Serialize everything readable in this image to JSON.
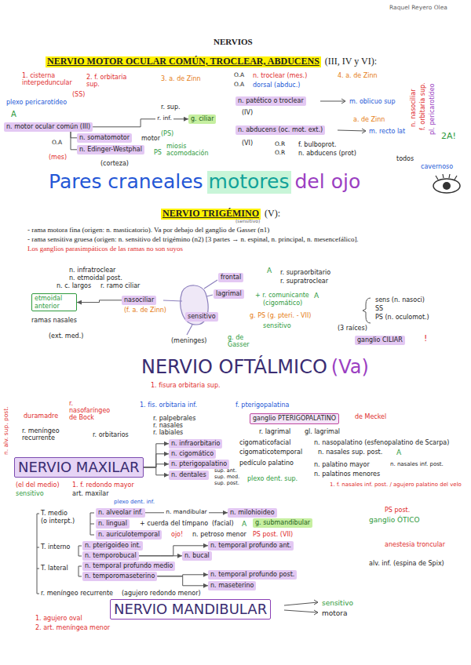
{
  "diagram": {
    "title": "NERVIOS",
    "nodes": [
      {
        "text": [
          "n. motor ocular común (III)"
        ]
      },
      {
        "text": [
          "g. ciliar"
        ]
      },
      {
        "text": [
          "n. somatomotor"
        ]
      },
      {
        "text": [
          "n. Edinger-Westphal"
        ]
      },
      {
        "text": [
          "n. patético o troclear"
        ]
      },
      {
        "text": [
          "n. abducens (oc. mot. ext.)"
        ]
      },
      {
        "text": [
          "nasociliar"
        ]
      },
      {
        "text": [
          "etmoidal anterior"
        ]
      },
      {
        "text": [
          "frontal"
        ]
      },
      {
        "text": [
          "lagrimal"
        ]
      },
      {
        "text": [
          "sensitivo"
        ]
      },
      {
        "text": [
          "ganglio CILIAR"
        ]
      },
      {
        "text": [
          "NERVIO MAXILAR"
        ]
      },
      {
        "text": [
          "ganglio PTERIGOPALATINO"
        ]
      },
      {
        "text": [
          "n. infraorbitario"
        ]
      },
      {
        "text": [
          "n. cigomático"
        ]
      },
      {
        "text": [
          "n. pterigopalatino"
        ]
      },
      {
        "text": [
          "n. dentales"
        ]
      },
      {
        "text": [
          "n. alveolar inf."
        ]
      },
      {
        "text": [
          "n. milohioideo"
        ]
      },
      {
        "text": [
          "n. lingual"
        ]
      },
      {
        "text": [
          "g. submandibular"
        ]
      },
      {
        "text": [
          "n. auriculotemporal"
        ]
      },
      {
        "text": [
          "n. pterigoideo int."
        ]
      },
      {
        "text": [
          "n. temporobucal"
        ]
      },
      {
        "text": [
          "n. temporal profundo ant."
        ]
      },
      {
        "text": [
          "n. bucal"
        ]
      },
      {
        "text": [
          "n. temporal profundo medio"
        ]
      },
      {
        "text": [
          "n. temporomaseterino"
        ]
      },
      {
        "text": [
          "n. temporal profundo post."
        ]
      },
      {
        "text": [
          "n. maseterino"
        ]
      },
      {
        "text": [
          "NERVIO MANDIBULAR"
        ]
      }
    ],
    "edges": [
      {
        "from": 0,
        "to": 1,
        "arrow": "to",
        "label": "r. inf."
      },
      {
        "from": 0,
        "to": 2,
        "arrow": "none"
      },
      {
        "from": 0,
        "to": 3,
        "arrow": "none"
      },
      {
        "from": 6,
        "to": 7,
        "arrow": "to"
      },
      {
        "from": 12,
        "to": 14,
        "arrow": "to"
      },
      {
        "from": 12,
        "to": 15,
        "arrow": "to"
      },
      {
        "from": 12,
        "to": 16,
        "arrow": "to"
      },
      {
        "from": 12,
        "to": 17,
        "arrow": "to"
      },
      {
        "from": 18,
        "to": 19,
        "arrow": "to",
        "label": "n. mandibular"
      },
      {
        "from": 24,
        "to": 25,
        "arrow": "to"
      },
      {
        "from": 24,
        "to": 26,
        "arrow": "to"
      },
      {
        "from": 28,
        "to": 29,
        "arrow": "to"
      },
      {
        "from": 28,
        "to": 30,
        "arrow": "to"
      }
    ],
    "labels": [
      "Raquel Reyero Olea",
      "NERVIO MOTOR OCULAR COMÚN, TROCLEAR, ABDUCENS",
      "(III, IV y VI):",
      "1. cisterna interpeduncular",
      "2. f. orbitaria sup.",
      "3. a. de Zinn",
      "plexo pericarotídeo",
      "(SS)",
      "A",
      "r. sup.",
      "(PS)",
      "O.A",
      "motor",
      "(mes)",
      "PS",
      "miosis acomodación",
      "(corteza)",
      "O.A",
      "n. troclear (mes.)",
      "O.A",
      "dorsal (abduc.)",
      "4. a. de Zinn",
      "(IV)",
      "m. oblicuo sup",
      "a. de Zinn",
      "m. recto lat",
      "(VI)",
      "O.R",
      "f. bulboprot.",
      "O.R",
      "n. abducens (prot)",
      "n. nasociliar",
      "f. orbitaria sup.",
      "pl. pericarotídeo",
      "2A!",
      "todos",
      "cavernoso",
      "Pares craneales",
      "motores",
      "del ojo",
      "NERVIO TRIGÉMINO",
      "(V):",
      "(sensitivo)",
      "- rama motora fina (origen: n. masticatorio). Va por debajo del ganglio de Gasser (n1)",
      "- rama sensitiva gruesa (origen: n. sensitivo del trigémino (n2) [3 partes → n. espinal, n. principal, n. mesencefálico].",
      "Los ganglios parasimpáticos de las ramas no son suyos",
      "n. infratroclear",
      "n. etmoidal post.",
      "n. c. largos",
      "r. ramo ciliar",
      "(f. a. de Zinn)",
      "ramas nasales",
      "(ext. med.)",
      "(meninges)",
      "g. de Gasser",
      "A",
      "r. supraorbitario",
      "r. supratroclear",
      "+ r. comunicante",
      "A",
      "(cigomático)",
      "g. PS (g. pteri. - VII)",
      "sensitivo",
      "sens (n. nasoci)",
      "SS",
      "PS (n. oculomot.)",
      "(3 raíces)",
      "!",
      "NERVIO OFTÁLMICO",
      "(Va)",
      "1. fisura orbitaria sup.",
      "r. nasofaríngeo de Bock",
      "duramadre",
      "r. meníngeo recurrente",
      "r. orbitarios",
      "n. alv. sup. post.",
      "(el del medio)",
      "sensitivo",
      "1. f. redondo mayor",
      "art. maxilar",
      "1. fis. orbitaria inf.",
      "f. pterigopalatina",
      "de Meckel",
      "r. palpebrales",
      "r. nasales",
      "r. labiales",
      "r. lagrimal",
      "gl. lagrimal",
      "cigomaticofacial",
      "cigomaticotemporal",
      "pedículo palatino",
      "sup. ant.",
      "sup. med.",
      "sup. post.",
      "plexo dent. sup.",
      "n. nasopalatino (esfenopalatino de Scarpa)",
      "n. nasales sup. post.",
      "A",
      "n. palatino mayor",
      "n. palatinos menores",
      "n. nasales inf. post.",
      "1. f. nasales inf. post. / agujero palatino del velo",
      "plexo dent. inf.",
      "T. medio",
      "(o interpt.)",
      "+ cuerda del tímpano",
      "(facial)",
      "A",
      "ojo!",
      "n. petroso menor",
      "PS post. (VII)",
      "PS post.",
      "ganglio ÓTICO",
      "anestesia troncular",
      "alv. inf. (espina de Spix)",
      "T. interno",
      "T. lateral",
      "r. meníngeo recurrente",
      "(agujero redondo menor)",
      "sensitivo",
      "motora",
      "1. agujero oval",
      "2. art. meníngea menor"
    ]
  }
}
